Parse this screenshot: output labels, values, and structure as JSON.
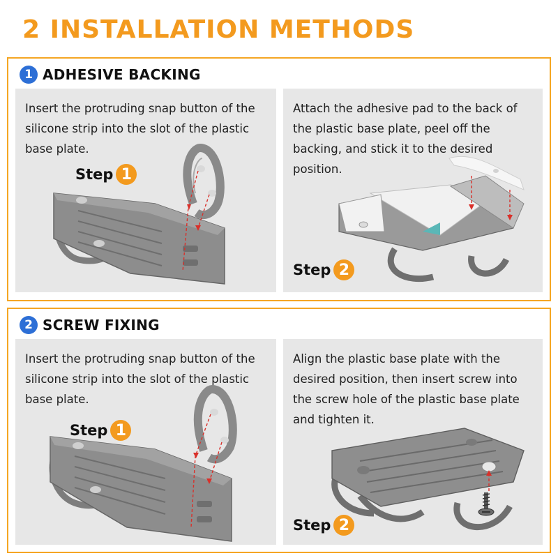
{
  "title": "2 INSTALLATION METHODS",
  "sections": [
    {
      "number": "1",
      "title": "ADHESIVE BACKING",
      "panels": [
        {
          "text": "Insert the protruding snap button of the silicone strip into the slot of the plastic base plate.",
          "step_label": "Step",
          "step_number": "1"
        },
        {
          "text": "Attach the adhesive pad to the back of the plastic base plate, peel off the backing, and stick it to the desired position.",
          "step_label": "Step",
          "step_number": "2"
        }
      ]
    },
    {
      "number": "2",
      "title": "SCREW FIXING",
      "panels": [
        {
          "text": "Insert the protruding snap button of the silicone strip into the slot of the plastic base plate.",
          "step_label": "Step",
          "step_number": "1"
        },
        {
          "text": "Align the plastic base plate with the desired position, then insert screw into the screw hole of the plastic base plate and tighten it.",
          "step_label": "Step",
          "step_number": "2"
        }
      ]
    }
  ],
  "colors": {
    "accent_orange": "#f39a1e",
    "section_border": "#f5a623",
    "number_blue": "#2d6fd6",
    "panel_bg": "#e7e7e7",
    "part_gray": "#8a8a8a",
    "arrow_red": "#d9302a"
  }
}
